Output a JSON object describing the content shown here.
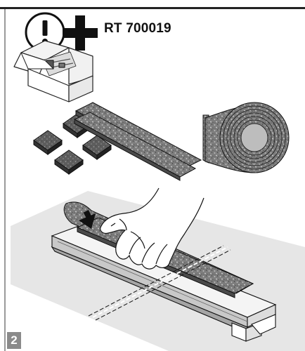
{
  "product_code": "RT 700019",
  "step_number": "2",
  "icons": {
    "warning": "exclamation-circle",
    "plus": "plus-sign"
  },
  "colors": {
    "frame": "#222222",
    "side_rule": "#9a9a9a",
    "step_badge": "#8a8a8a",
    "foam": "#7d7d7d",
    "surface": "#e6e6e6"
  }
}
